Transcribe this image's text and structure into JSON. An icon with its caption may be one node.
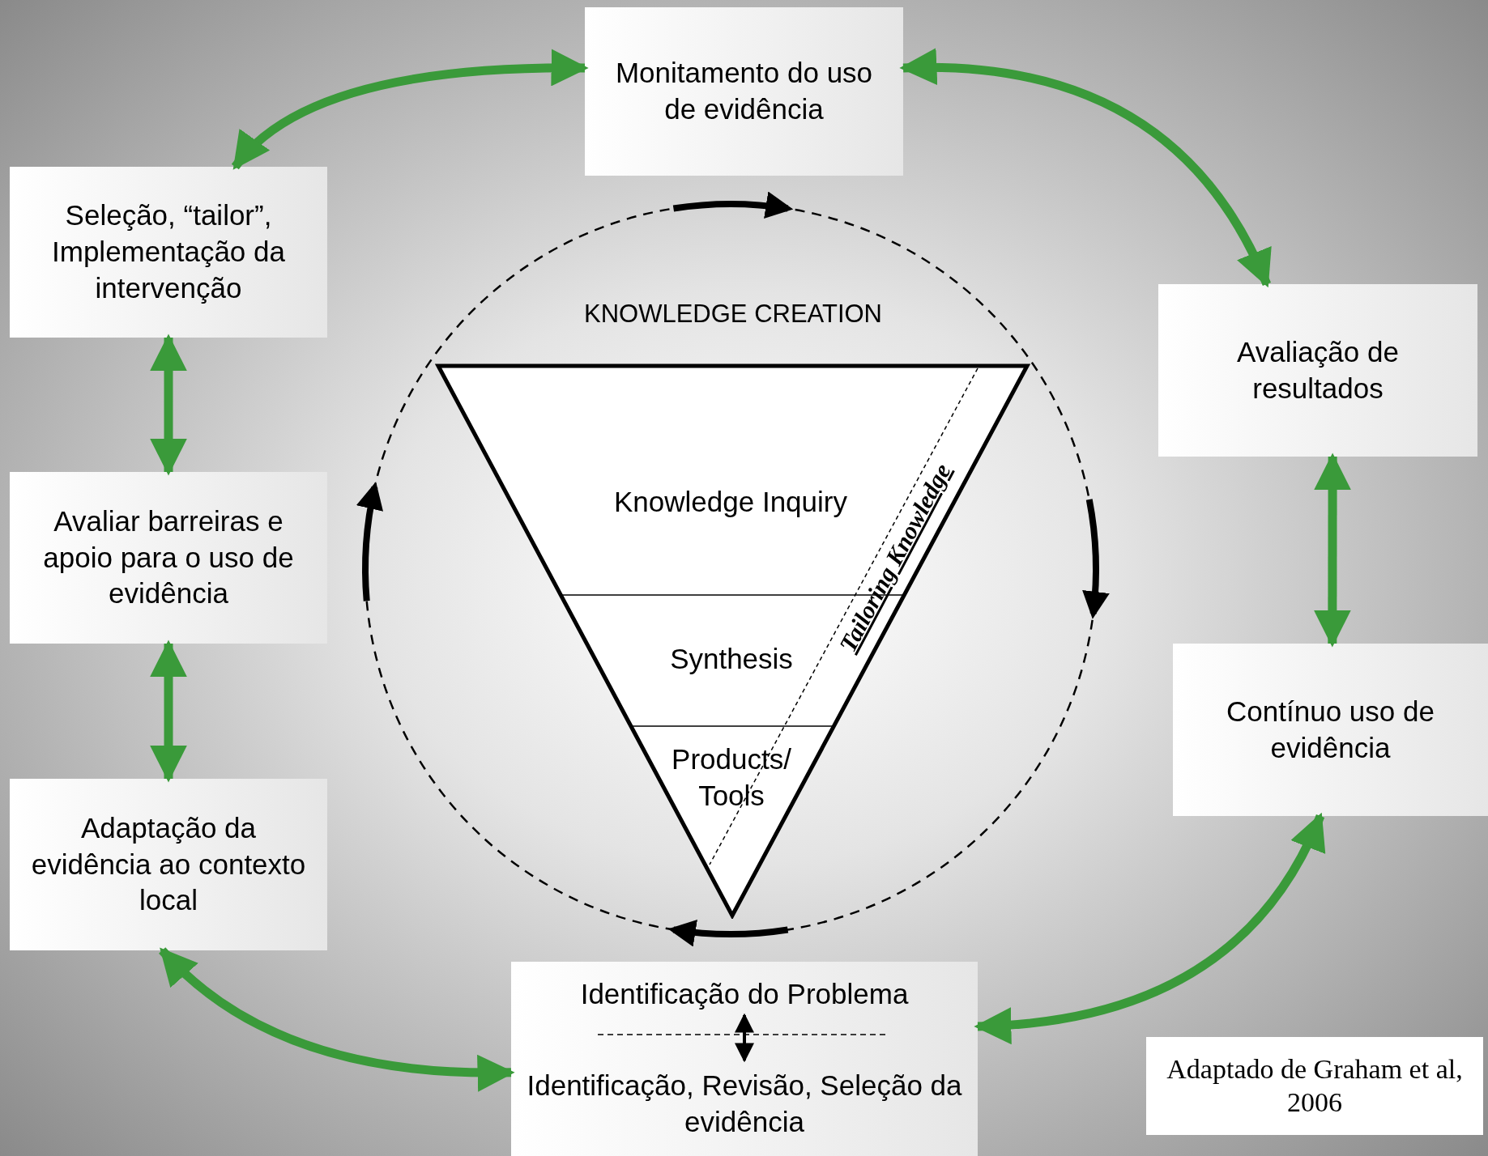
{
  "diagram": {
    "nodes": [
      {
        "text": [
          "Monitamento do uso de evidência"
        ]
      },
      {
        "text": [
          "Seleção, “tailor”, Implementação da intervenção"
        ]
      },
      {
        "text": [
          "Avaliação de resultados"
        ]
      },
      {
        "text": [
          "Avaliar barreiras e apoio para o uso de evidência"
        ]
      },
      {
        "text": [
          "Contínuo uso de evidência"
        ]
      },
      {
        "text": [
          "Adaptação da evidência ao contexto local"
        ]
      },
      {
        "text": [
          "KNOWLEDGE CREATION"
        ]
      },
      {
        "text": [
          "Knowledge Inquiry"
        ],
        "in": 6
      },
      {
        "text": [
          "Synthesis"
        ],
        "in": 6
      },
      {
        "text": [
          "Products/ Tools"
        ],
        "in": 6
      },
      {
        "text": [],
        "shape": "box"
      },
      {
        "text": [
          "Identificação do Problema"
        ],
        "in": 10
      },
      {
        "text": [
          "Identificação, Revisão, Seleção da evidência"
        ],
        "in": 10
      },
      {
        "text": [
          "Adaptado de Graham et al, 2006"
        ]
      }
    ],
    "edges": [
      {
        "from": 1,
        "to": 0,
        "arrow": "both"
      },
      {
        "from": 0,
        "to": 2,
        "arrow": "both"
      },
      {
        "from": 2,
        "to": 4,
        "arrow": "both"
      },
      {
        "from": 4,
        "to": 10,
        "arrow": "both"
      },
      {
        "from": 10,
        "to": 5,
        "arrow": "both"
      },
      {
        "from": 5,
        "to": 3,
        "arrow": "both"
      },
      {
        "from": 3,
        "to": 1,
        "arrow": "both"
      },
      {
        "from": 11,
        "to": 12,
        "arrow": "both",
        "color": "#000000"
      }
    ],
    "labels": [
      "Tailoring Knowledge"
    ]
  }
}
